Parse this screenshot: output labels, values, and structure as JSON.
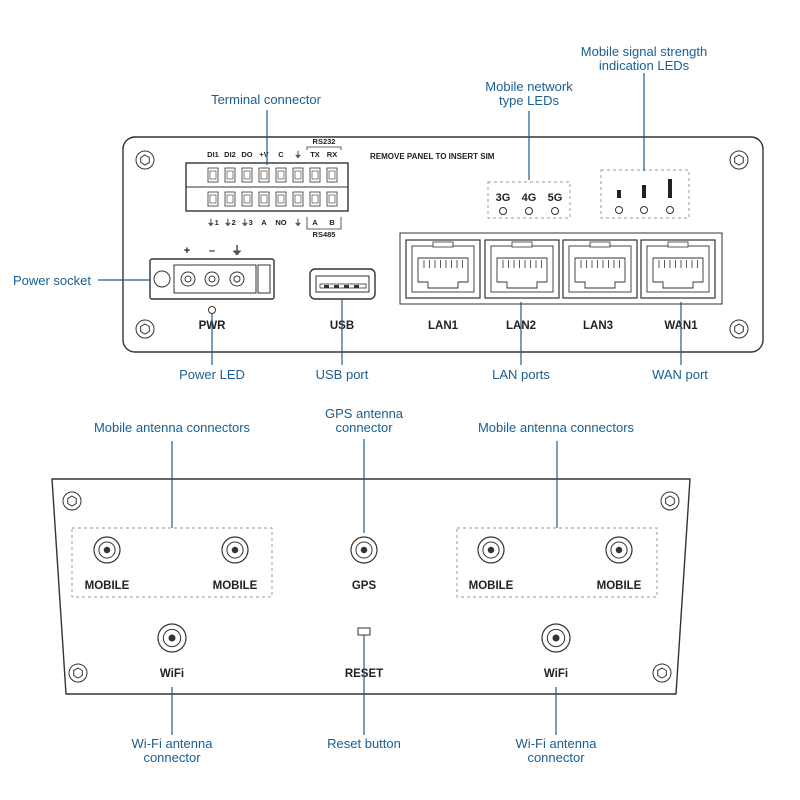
{
  "front_panel": {
    "terminal": {
      "top_labels": [
        "DI1",
        "DI2",
        "DO",
        "+V",
        "C",
        "⏚",
        "TX",
        "RX"
      ],
      "rs232_label": "RS232",
      "bottom_labels": [
        "⏚1",
        "⏚2",
        "⏚3",
        "A",
        "NO",
        "⏚",
        "A",
        "B"
      ],
      "rs485_label": "RS485"
    },
    "sim_text": "REMOVE PANEL TO INSERT SIM",
    "network_leds": [
      "3G",
      "4G",
      "5G"
    ],
    "power_signs": [
      "+",
      "–",
      "⏚"
    ],
    "labels": {
      "pwr": "PWR",
      "usb": "USB",
      "lan1": "LAN1",
      "lan2": "LAN2",
      "lan3": "LAN3",
      "wan1": "WAN1"
    }
  },
  "back_panel": {
    "labels": {
      "mobile1": "MOBILE",
      "mobile2": "MOBILE",
      "gps": "GPS",
      "mobile3": "MOBILE",
      "mobile4": "MOBILE",
      "wifi1": "WiFi",
      "reset": "RESET",
      "wifi2": "WiFi"
    }
  },
  "callouts": {
    "terminal_connector": "Terminal connector",
    "mobile_network_leds_1": "Mobile network",
    "mobile_network_leds_2": "type LEDs",
    "signal_leds_1": "Mobile signal strength",
    "signal_leds_2": "indication LEDs",
    "power_socket": "Power socket",
    "power_led": "Power LED",
    "usb_port": "USB port",
    "lan_ports": "LAN ports",
    "wan_port": "WAN port",
    "mobile_antennas_left": "Mobile antenna connectors",
    "gps_antenna_1": "GPS antenna",
    "gps_antenna_2": "connector",
    "mobile_antennas_right": "Mobile antenna connectors",
    "wifi_antenna_left_1": "Wi-Fi antenna",
    "wifi_antenna_left_2": "connector",
    "reset_button": "Reset button",
    "wifi_antenna_right_1": "Wi-Fi antenna",
    "wifi_antenna_right_2": "connector"
  },
  "colors": {
    "callout": "#1a5e92",
    "outline": "#333333"
  }
}
